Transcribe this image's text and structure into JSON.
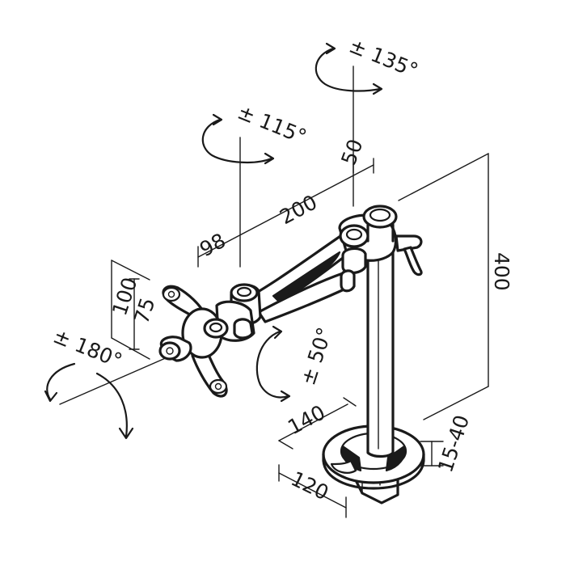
{
  "dimensions": {
    "rot_top": "± 135°",
    "rot_arm": "± 115°",
    "rot_head": "± 180°",
    "tilt": "± 50°",
    "seg_offset": "50",
    "seg_arm": "200",
    "seg_head": "98",
    "vesa_large": "100",
    "vesa_small": "75",
    "pole_height": "400",
    "base_depth": "140",
    "clamp_range": "15-40",
    "base_width": "120"
  },
  "colors": {
    "line": "#1a1a1a",
    "background": "#ffffff"
  }
}
